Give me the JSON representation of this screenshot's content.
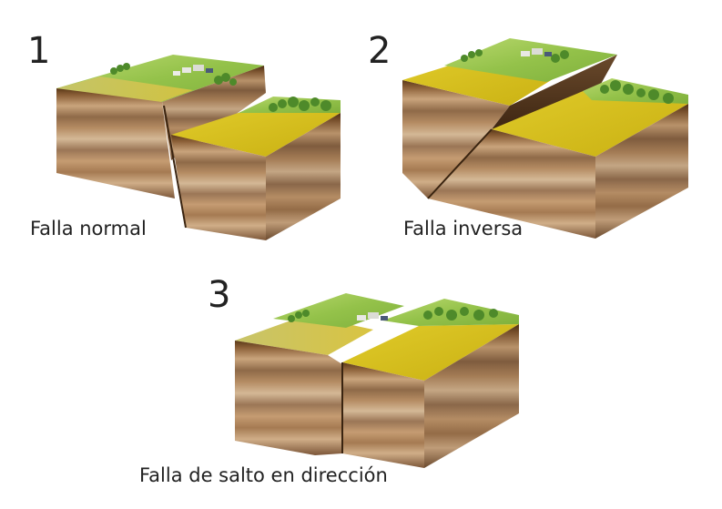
{
  "diagrams": [
    {
      "number": "1",
      "caption": "Falla normal"
    },
    {
      "number": "2",
      "caption": "Falla inversa"
    },
    {
      "number": "3",
      "caption": "Falla de salto en dirección"
    }
  ],
  "colors": {
    "grass_light": "#a9cf5a",
    "grass_dark": "#6ea434",
    "crop_yellow": "#d8c21a",
    "soil_dark": "#5a3818",
    "strata": [
      "#6b4424",
      "#a0744a",
      "#c9a47c",
      "#8f6a48",
      "#b58c63",
      "#d4b896",
      "#9b7656",
      "#c59c72",
      "#7c5638"
    ]
  }
}
